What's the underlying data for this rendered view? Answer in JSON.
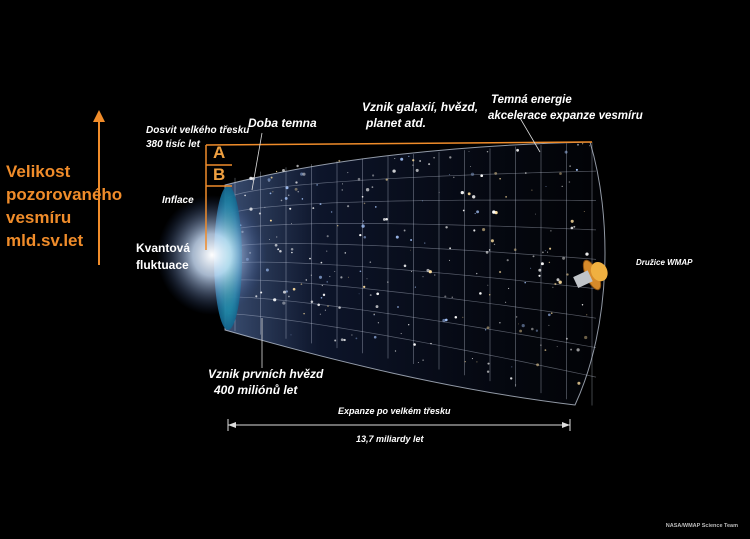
{
  "labels": {
    "y_axis_lines": [
      "Velikost",
      "pozorovaného",
      "vesmíru",
      "mld.sv.let"
    ],
    "afterglow_line1": "Dosvit velkého třesku",
    "afterglow_line2": "380 tisíc let",
    "dark_ages": "Doba temna",
    "galaxies_line1": "Vznik galaxií, hvězd,",
    "galaxies_line2": "planet atd.",
    "dark_energy_line1": "Temná energie",
    "dark_energy_line2": "akcelerace expanze vesmíru",
    "inflation": "Inflace",
    "quantum_line1": "Kvantová",
    "quantum_line2": "fluktuace",
    "first_stars_line1": "Vznik prvních hvězd",
    "first_stars_line2": "400 miliónů let",
    "wmap": "Družice WMAP",
    "expansion": "Expanze po velkém třesku",
    "age": "13,7 miliardy let",
    "marker_a": "A",
    "marker_b": "B",
    "credit": "NASA/WMAP Science Team"
  },
  "colors": {
    "accent": "#f08c2a",
    "grid": "#cfd8e8",
    "cmb": "#2aa8a0"
  }
}
